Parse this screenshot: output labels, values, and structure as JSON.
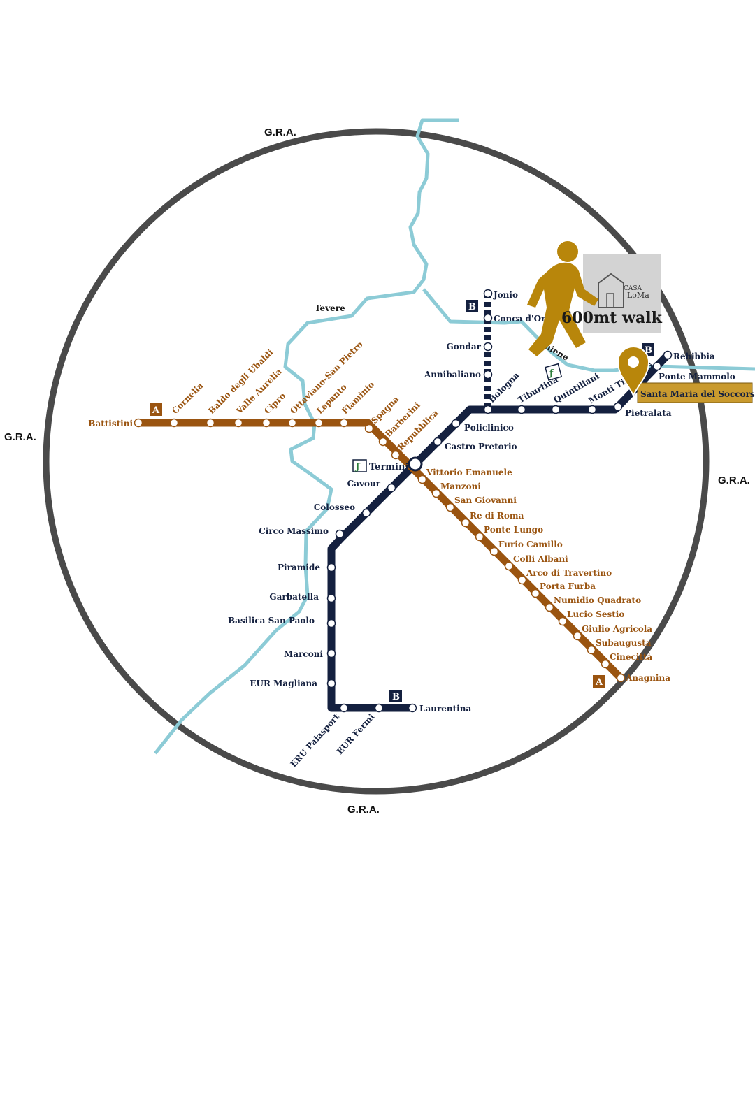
{
  "ring": {
    "labels": [
      "G.R.A.",
      "G.R.A.",
      "G.R.A.",
      "G.R.A."
    ]
  },
  "rivers": {
    "tevere": "Tevere",
    "aniene": "Aniene"
  },
  "lines": {
    "a": {
      "badge": "A",
      "color": "#9a5410",
      "terminus_west": "Battistini",
      "terminus_east": "Anagnina",
      "stations": [
        "Cornelia",
        "Baldo degli Ubaldi",
        "Valle Aurelia",
        "Cipro",
        "Ottaviano-San Pietro",
        "Lepanto",
        "Flaminio",
        "Spagna",
        "Barberini",
        "Repubblica",
        "Vittorio Emanuele",
        "Manzoni",
        "San Giovanni",
        "Re di Roma",
        "Ponte Lungo",
        "Furio Camillo",
        "Colli Albani",
        "Arco di Travertino",
        "Porta Furba",
        "Numidio Quadrato",
        "Lucio Sestio",
        "Giulio Agricola",
        "Subaugusta",
        "Cinecittà"
      ]
    },
    "b": {
      "badge": "B",
      "color": "#14203f",
      "terminus_north": "Rebibbia",
      "terminus_south": "Laurentina",
      "stations": [
        "Ponte Mammolo",
        "Santa Maria del Soccorso",
        "Pietralata",
        "Monti Tiburtini",
        "Quintiliani",
        "Tiburtina",
        "Bologna",
        "Policlinico",
        "Castro Pretorio",
        "Cavour",
        "Colosseo",
        "Circo Massimo",
        "Piramide",
        "Garbatella",
        "Basilica San Paolo",
        "Marconi",
        "EUR Magliana",
        "ERU Palasport",
        "EUR Fermi"
      ]
    },
    "b1": {
      "badge": "B",
      "stations": [
        "Jonio",
        "Conca d'Oro",
        "Gondar",
        "Annibaliano"
      ]
    }
  },
  "interchange": {
    "termini": "Termini"
  },
  "logo": {
    "line1": "CASA",
    "line2": "LoMa"
  },
  "walk_label": "600mt walk",
  "highlight_station": "Santa Maria del Soccorso",
  "colors": {
    "river": "#8ccbd6",
    "ring": "#4a4a4a",
    "accent": "#b8860b"
  }
}
